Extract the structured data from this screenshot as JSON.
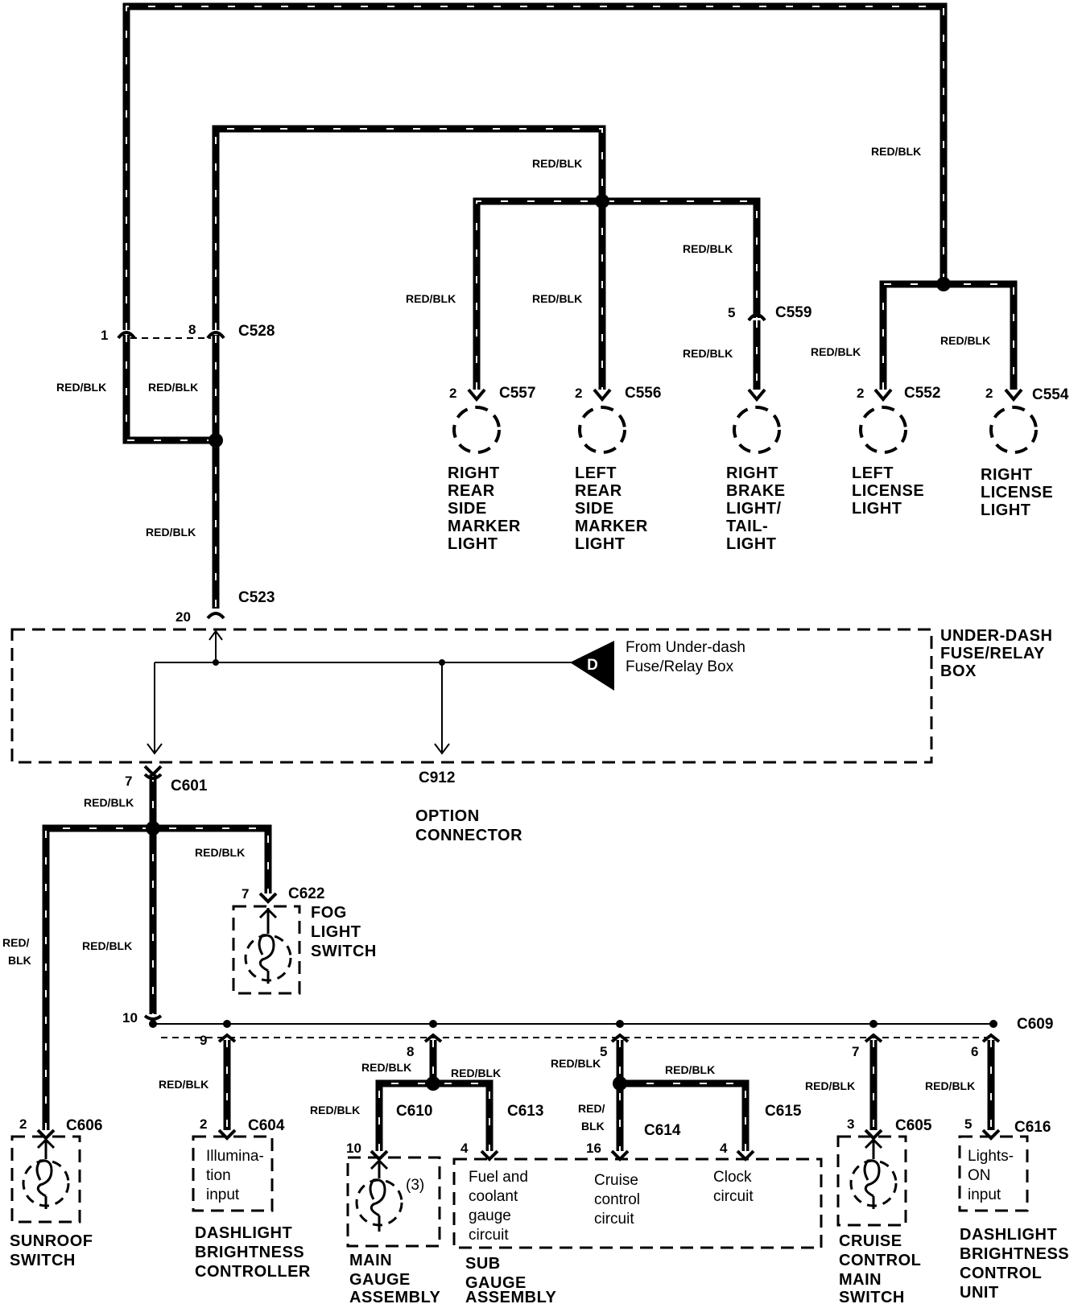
{
  "wire_color": "RED/BLK",
  "wire_labels": {
    "top_right": "RED/BLK",
    "upper_center": "RED/BLK",
    "c557_branch": "RED/BLK",
    "c556_branch": "RED/BLK",
    "c559_upper": "RED/BLK",
    "c559_lower": "RED/BLK",
    "c552_branch": "RED/BLK",
    "c554_branch": "RED/BLK",
    "c528_pin1": "RED/BLK",
    "c528_pin8": "RED/BLK",
    "c523_wire": "RED/BLK",
    "c601_wire": "RED/BLK",
    "c622_wire": "RED/BLK",
    "sunroof_wire_1": "RED/",
    "sunroof_wire_2": "BLK",
    "c601_to_c609": "RED/BLK",
    "c604_wire": "RED/BLK",
    "c609_pin8": "RED/BLK",
    "c613_wire": "RED/BLK",
    "c610_wire": "RED/BLK",
    "c609_pin5": "RED/BLK",
    "c615_wire": "RED/BLK",
    "c614_wire_1": "RED/",
    "c614_wire_2": "BLK",
    "c605_wire": "RED/BLK",
    "c616_wire": "RED/BLK"
  },
  "connectors": {
    "c528": {
      "name": "C528",
      "pin_a": "1",
      "pin_b": "8"
    },
    "c557": {
      "name": "C557",
      "pin": "2"
    },
    "c556": {
      "name": "C556",
      "pin": "2"
    },
    "c559": {
      "name": "C559",
      "pin": "5"
    },
    "c552": {
      "name": "C552",
      "pin": "2"
    },
    "c554": {
      "name": "C554",
      "pin": "2"
    },
    "c523": {
      "name": "C523",
      "pin": "20"
    },
    "c601": {
      "name": "C601",
      "pin": "7"
    },
    "c912": {
      "name": "C912"
    },
    "c622": {
      "name": "C622",
      "pin": "7"
    },
    "c609": {
      "name": "C609",
      "pin_main": "10",
      "pin_9": "9",
      "pin_8": "8",
      "pin_5": "5",
      "pin_7": "7",
      "pin_6": "6"
    },
    "c606": {
      "name": "C606",
      "pin": "2"
    },
    "c604": {
      "name": "C604",
      "pin": "2"
    },
    "c610": {
      "name": "C610",
      "pin": "10"
    },
    "c613": {
      "name": "C613",
      "pin": "4"
    },
    "c614": {
      "name": "C614",
      "pin": "16"
    },
    "c615": {
      "name": "C615",
      "pin": "4"
    },
    "c605": {
      "name": "C605",
      "pin": "3"
    },
    "c616": {
      "name": "C616",
      "pin": "5"
    }
  },
  "components": {
    "right_rear_side_marker": [
      "RIGHT",
      "REAR",
      "SIDE",
      "MARKER",
      "LIGHT"
    ],
    "left_rear_side_marker": [
      "LEFT",
      "REAR",
      "SIDE",
      "MARKER",
      "LIGHT"
    ],
    "right_brake_light": [
      "RIGHT",
      "BRAKE",
      "LIGHT/",
      "TAIL-",
      "LIGHT"
    ],
    "left_license_light": [
      "LEFT",
      "LICENSE",
      "LIGHT"
    ],
    "right_license_light": [
      "RIGHT",
      "LICENSE",
      "LIGHT"
    ],
    "under_dash_box": [
      "UNDER-DASH",
      "FUSE/RELAY",
      "BOX"
    ],
    "fuse_source": [
      "From Under-dash",
      "Fuse/Relay Box"
    ],
    "fuse_source_letter": "D",
    "option_connector": [
      "OPTION",
      "CONNECTOR"
    ],
    "fog_light_switch": [
      "FOG",
      "LIGHT",
      "SWITCH"
    ],
    "sunroof_switch": [
      "SUNROOF",
      "SWITCH"
    ],
    "dashlight_controller": [
      "DASHLIGHT",
      "BRIGHTNESS",
      "CONTROLLER"
    ],
    "dashlight_controller_input": [
      "Illumina-",
      "tion",
      "input"
    ],
    "main_gauge": [
      "MAIN",
      "GAUGE",
      "ASSEMBLY"
    ],
    "main_gauge_note": "(3)",
    "sub_gauge": [
      "SUB",
      "GAUGE",
      "ASSEMBLY"
    ],
    "fuel_circuit": [
      "Fuel and",
      "coolant",
      "gauge",
      "circuit"
    ],
    "cruise_circuit": [
      "Cruise",
      "control",
      "circuit"
    ],
    "clock_circuit": [
      "Clock",
      "circuit"
    ],
    "cruise_switch": [
      "CRUISE",
      "CONTROL",
      "MAIN",
      "SWITCH"
    ],
    "dashlight_control_unit": [
      "DASHLIGHT",
      "BRIGHTNESS",
      "CONTROL",
      "UNIT"
    ],
    "lights_on_input": [
      "Lights-",
      "ON",
      "input"
    ]
  }
}
